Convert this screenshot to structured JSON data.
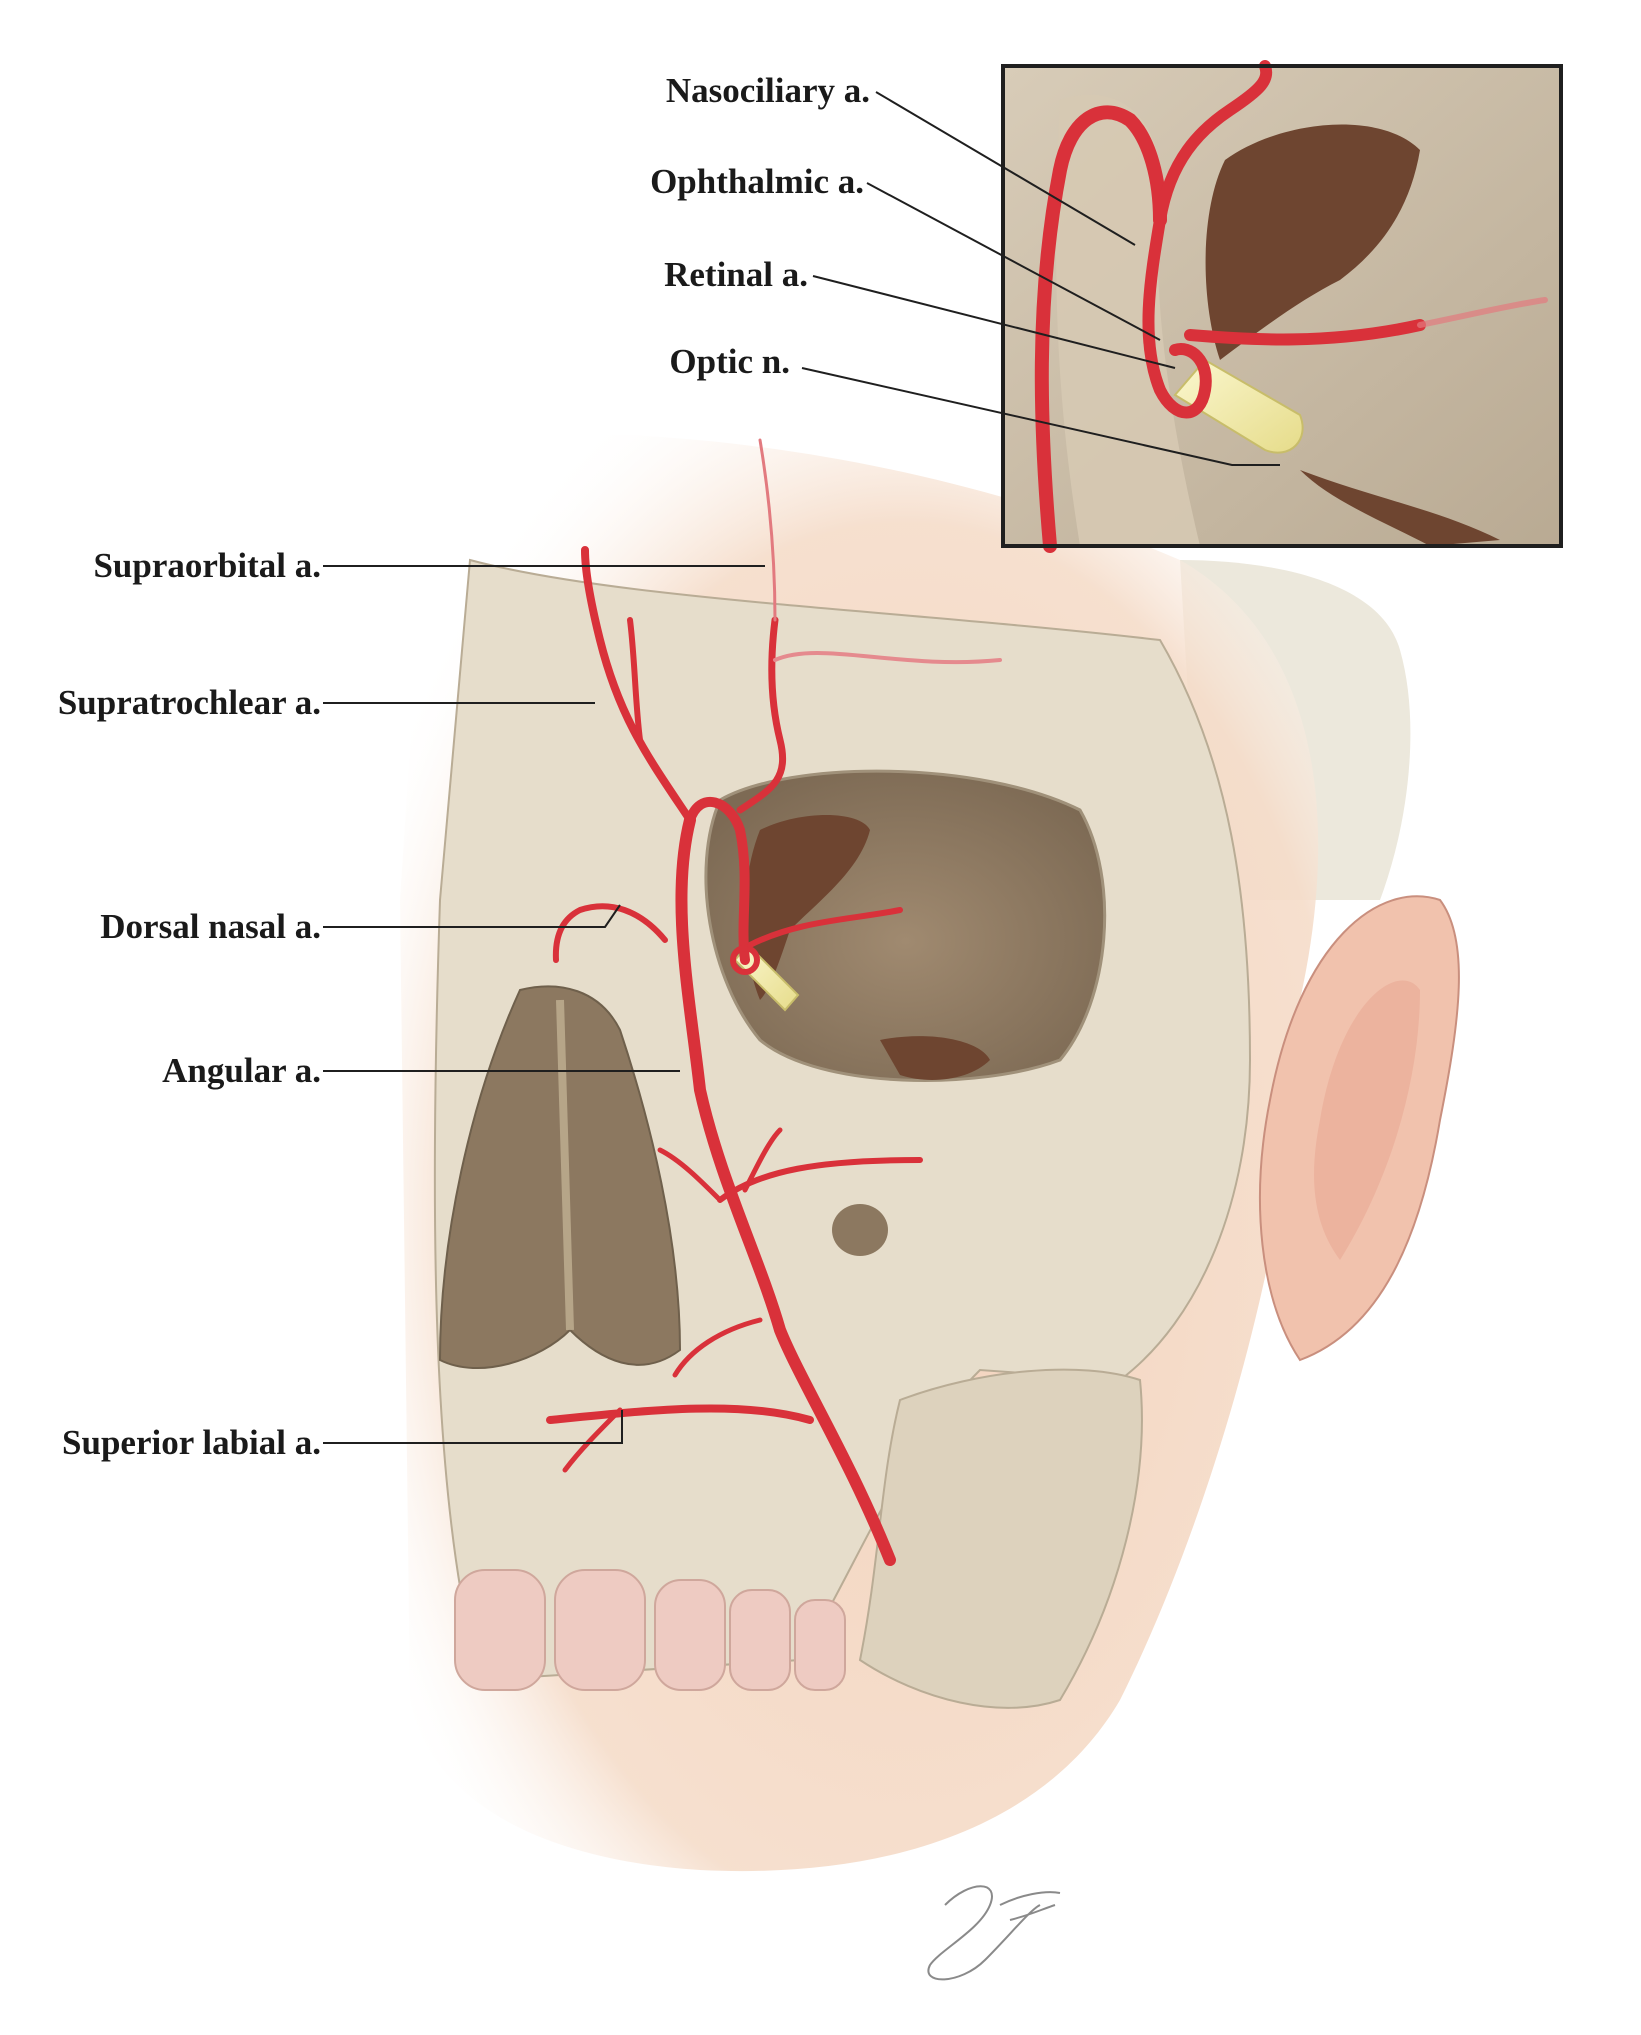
{
  "labels": {
    "nasociliary": "Nasociliary a.",
    "ophthalmic": "Ophthalmic a.",
    "retinal": "Retinal a.",
    "optic": "Optic n.",
    "supraorbital": "Supraorbital a.",
    "supratrochlear": "Supratrochlear a.",
    "dorsal_nasal": "Dorsal nasal a.",
    "angular": "Angular a.",
    "superior_labial": "Superior labial a."
  },
  "colors": {
    "artery": "#d9313a",
    "artery_highlight": "#ef7a7f",
    "bone": "#e6ddcb",
    "bone_shade": "#c9bda7",
    "skin": "#f3d3bd",
    "cavity": "#8c7860",
    "dark_cavity": "#6e4530",
    "nerve": "#f6f0b0",
    "hair": "#ece8dc",
    "ear": "#f1c2ad",
    "teeth": "#eecbc2",
    "inset_border": "#1f1f1f"
  },
  "icons": {
    "signature": "artist-signature-icon"
  }
}
